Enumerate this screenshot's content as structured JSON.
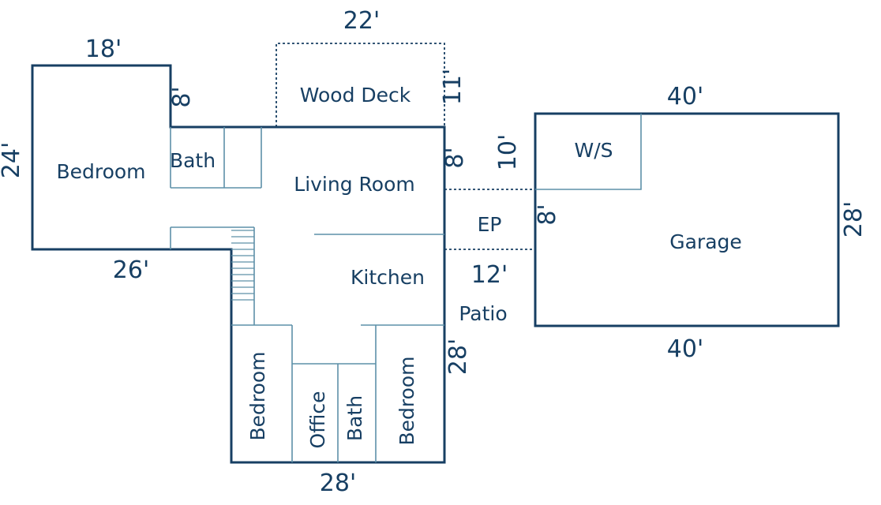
{
  "colors": {
    "wall": "#173f63",
    "inner": "#5d90a8",
    "text": "#173f63",
    "background": "#ffffff"
  },
  "dimensions": {
    "wood_deck_width": "22'",
    "left_wing_width": "18'",
    "deck_depth": "11'",
    "wing_step": "8'",
    "left_wing_depth": "24'",
    "left_wing_bottom": "26'",
    "living_right_upper": "8'",
    "ws_height": "10'",
    "ep_span": "8'",
    "garage_width_top": "40'",
    "garage_depth": "28'",
    "garage_width_bottom": "40'",
    "patio_width": "12'",
    "south_wing_depth": "28'",
    "south_wing_width": "28'"
  },
  "rooms": {
    "wood_deck": "Wood Deck",
    "bedroom_left": "Bedroom",
    "bath_top": "Bath",
    "living_room": "Living Room",
    "kitchen": "Kitchen",
    "ep": "EP",
    "patio": "Patio",
    "ws": "W/S",
    "garage": "Garage",
    "bedroom_south_left": "Bedroom",
    "office": "Office",
    "bath_south": "Bath",
    "bedroom_south_right": "Bedroom"
  }
}
